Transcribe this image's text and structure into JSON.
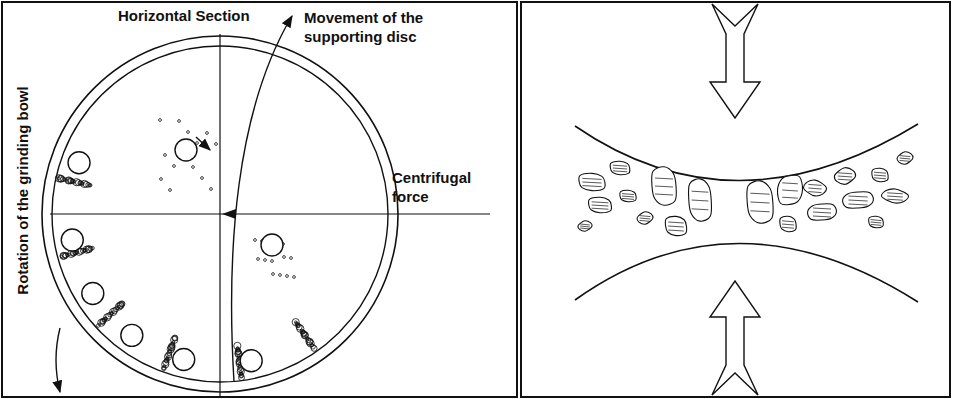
{
  "diagram": {
    "labels": [
      "Horizontal Section",
      "Movement of the supporting disc",
      "Centrifugal force",
      "Rotation of the grinding bowl"
    ]
  }
}
